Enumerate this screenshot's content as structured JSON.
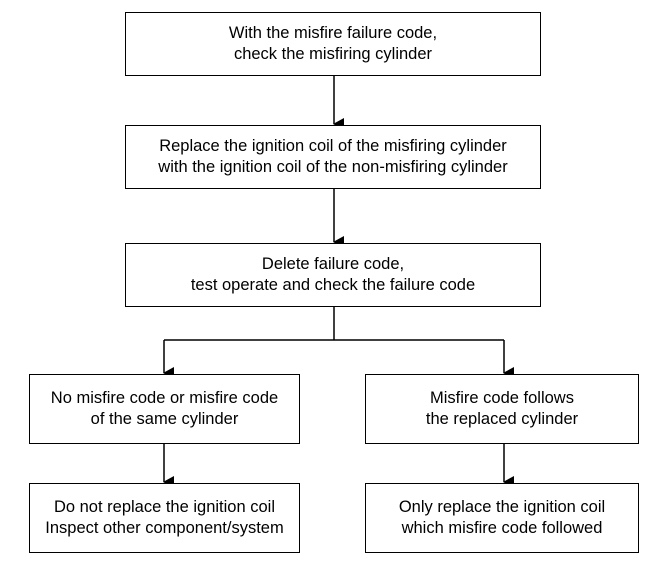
{
  "flowchart": {
    "step1": "With the misfire failure code,\ncheck the misfiring cylinder",
    "step2": "Replace the ignition coil of the misfiring cylinder\nwith the ignition coil of the non-misfiring cylinder",
    "step3": "Delete failure code,\ntest operate and check the  failure code",
    "left_branch": {
      "condition": "No misfire code or misfire code\nof the same cylinder",
      "action": "Do not replace the ignition coil\nInspect other component/system"
    },
    "right_branch": {
      "condition": "Misfire code follows\nthe replaced cylinder",
      "action": "Only replace the ignition coil\nwhich misfire code followed"
    }
  }
}
